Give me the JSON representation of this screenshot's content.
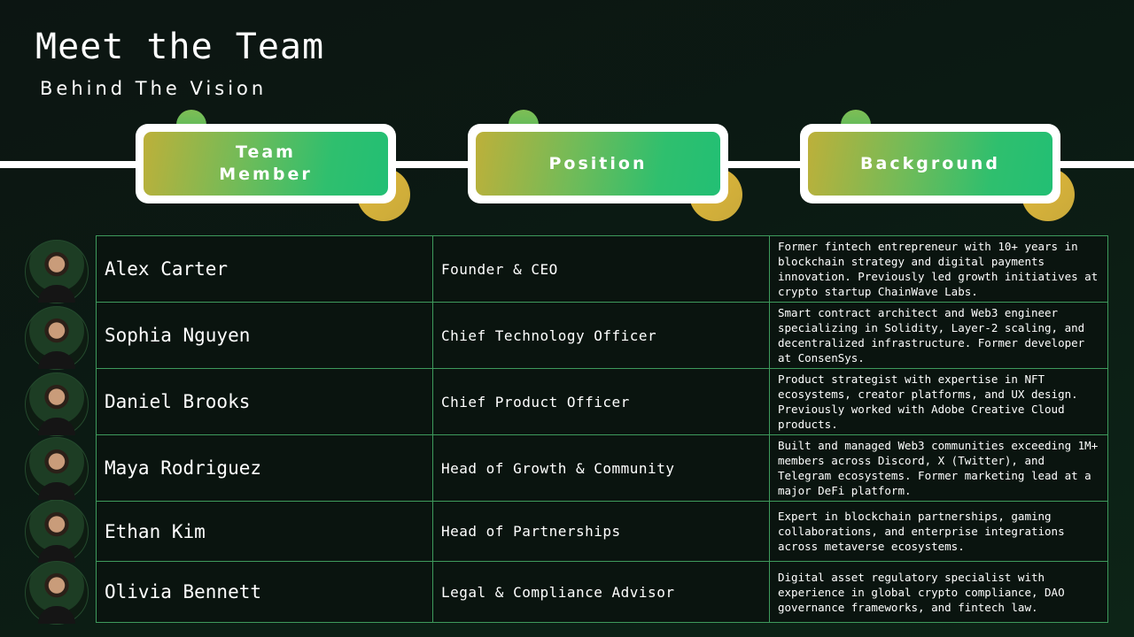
{
  "slide": {
    "title": "Meet the Team",
    "subtitle": "Behind The Vision"
  },
  "headers": [
    {
      "label": "Team\nMember"
    },
    {
      "label": "Position"
    },
    {
      "label": "Background"
    }
  ],
  "team": [
    {
      "name": "Alex Carter",
      "position": "Founder & CEO",
      "background": "Former fintech entrepreneur with 10+ years in blockchain strategy and digital payments innovation. Previously led growth initiatives at crypto startup ChainWave Labs."
    },
    {
      "name": "Sophia Nguyen",
      "position": "Chief Technology Officer",
      "background": "Smart contract architect and Web3 engineer specializing in Solidity, Layer-2 scaling, and decentralized infrastructure. Former developer at ConsenSys."
    },
    {
      "name": "Daniel Brooks",
      "position": "Chief Product Officer",
      "background": "Product strategist with expertise in NFT ecosystems, creator platforms, and UX design. Previously worked with Adobe Creative Cloud products."
    },
    {
      "name": "Maya Rodriguez",
      "position": "Head of Growth & Community",
      "background": "Built and managed Web3 communities exceeding 1M+ members across Discord, X (Twitter), and Telegram ecosystems. Former marketing lead at a major DeFi platform."
    },
    {
      "name": "Ethan Kim",
      "position": "Head of Partnerships",
      "background": "Expert in blockchain partnerships, gaming collaborations, and enterprise integrations across metaverse ecosystems."
    },
    {
      "name": "Olivia Bennett",
      "position": "Legal & Compliance Advisor",
      "background": "Digital asset regulatory specialist with experience in global crypto compliance, DAO governance frameworks, and fintech law."
    }
  ]
}
